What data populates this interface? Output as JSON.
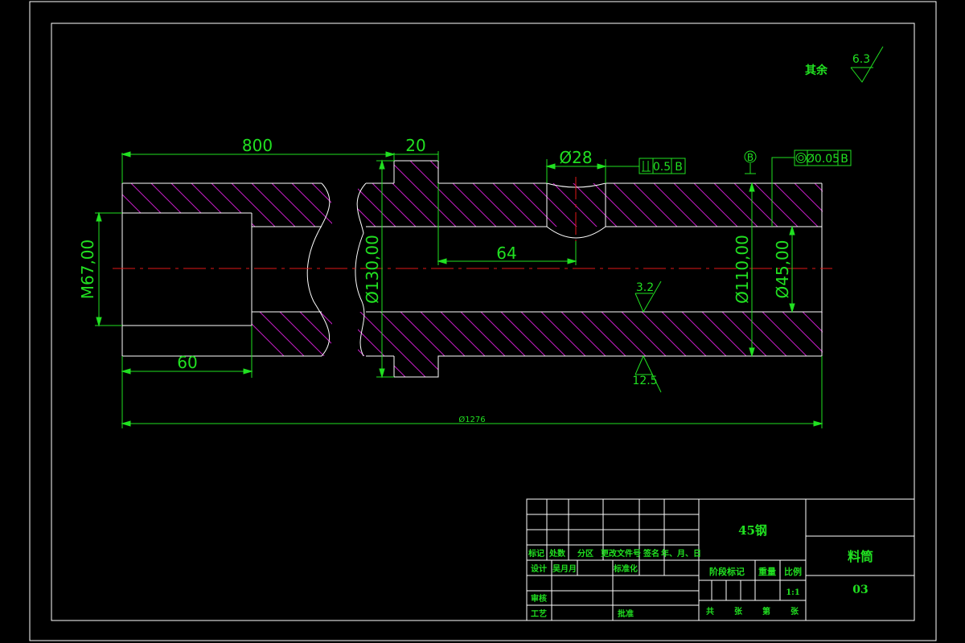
{
  "surface_roughness": {
    "general_label": "其余",
    "general_value": "6.3",
    "bore_value": "3.2",
    "outer_value": "12.5"
  },
  "dimensions": {
    "length_800": "800",
    "flange_20": "20",
    "hole_dia": "Ø28",
    "hole_pos": "64",
    "thread": "M67,00",
    "thread_len": "60",
    "flange_dia": "Ø130,00",
    "outer_dia": "Ø110,00",
    "bore_dia": "Ø45,00",
    "total": "Ø1276"
  },
  "tolerances": {
    "perp_value": "0.5",
    "perp_datum": "B",
    "datum_label": "B",
    "coax_value": "Ø0.05",
    "coax_datum": "B"
  },
  "title_block": {
    "material": "45钢",
    "part_name": "料筒",
    "drawing_no": "03",
    "scale_value": "1:1",
    "stage_mark": "阶段标记",
    "weight": "重量",
    "scale": "比例",
    "rev_mark": "标记",
    "rev_count": "处数",
    "rev_zone": "分区",
    "rev_doc": "更改文件号",
    "rev_sign": "签名",
    "rev_date": "年、月、日",
    "design": "设计",
    "designer": "吴月月",
    "standardize": "标准化",
    "review": "审核",
    "process": "工艺",
    "approve": "批准",
    "total_sheets": "共",
    "sheets_unit": "张",
    "sheet_no": "第",
    "sheet_unit2": "张"
  },
  "colors": {
    "lines": "#ffffff",
    "dims": "#21e021",
    "hatch": "#c51fc5",
    "center": "#e01919"
  }
}
